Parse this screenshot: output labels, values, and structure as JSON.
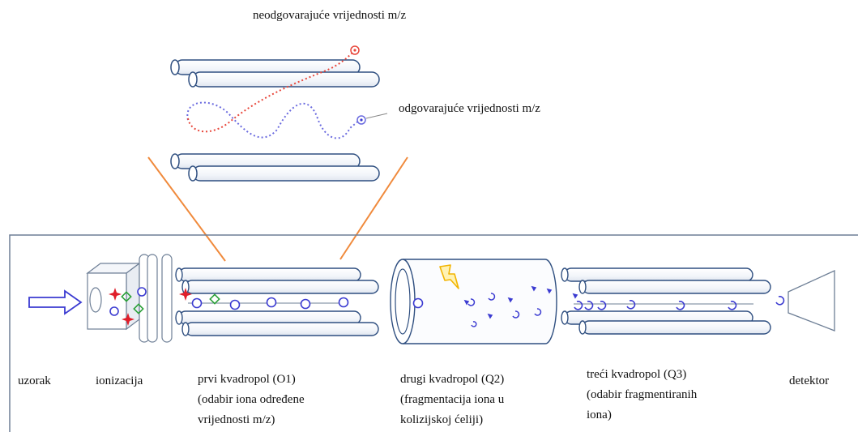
{
  "colors": {
    "rod": "#2f4f80",
    "box": "#6e7f96",
    "ion": "#3b3bd1",
    "ion_red": "#e01e2a",
    "ion_green": "#2aa037",
    "path_bad": "#e8463a",
    "path_good": "#6a6adf",
    "zoom_line": "#f08a3c",
    "spark": "#f2b400"
  },
  "top": {
    "non_matching_label": "neodgovarajuće vrijednosti m/z",
    "matching_label": "odgovarajuće vrijednosti m/z"
  },
  "labels": {
    "sample": "uzorak",
    "ionization": "ionizacija",
    "q1_line1": "prvi kvadropol (O1)",
    "q1_line2": "(odabir iona određene",
    "q1_line3": "vrijednosti m/z)",
    "q2_line1": "drugi kvadropol (Q2)",
    "q2_line2": "(fragmentacija iona u",
    "q2_line3": "kolizijskoj ćeliji)",
    "q3_line1": "treći kvadropol (Q3)",
    "q3_line2": "(odabir fragmentiranih",
    "q3_line3": "iona)",
    "detector": "detektor"
  }
}
